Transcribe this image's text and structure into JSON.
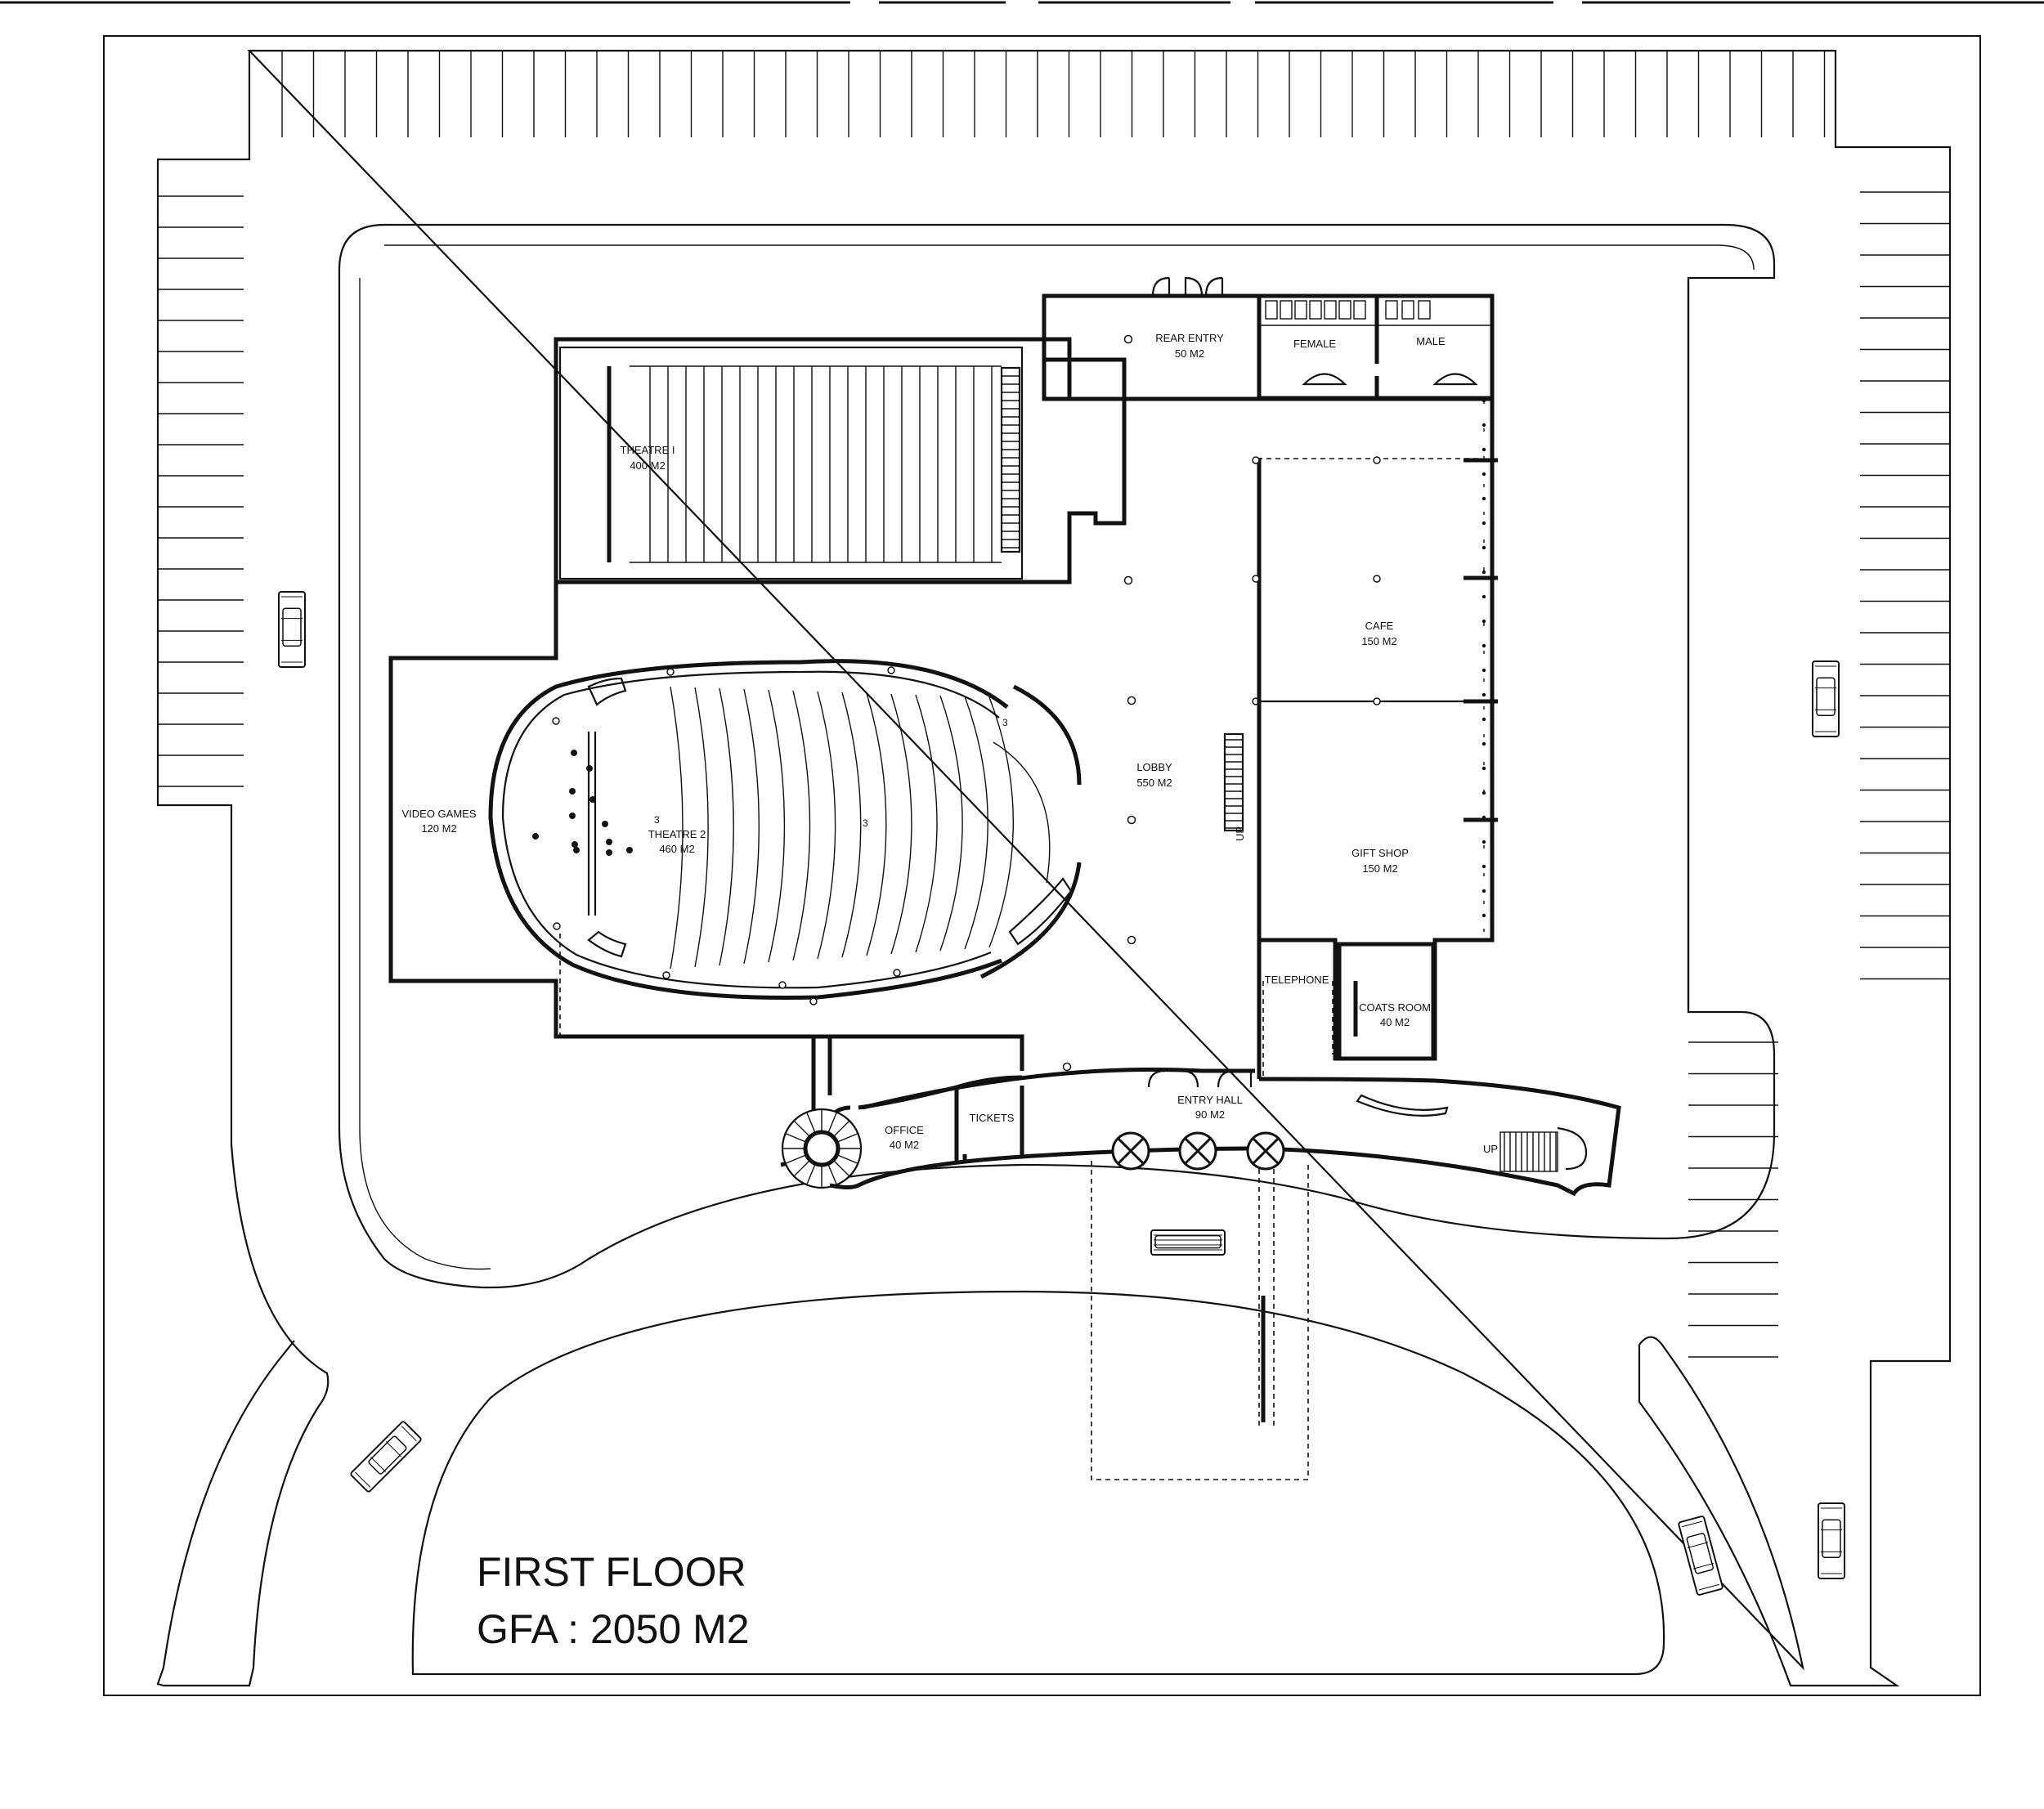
{
  "title": {
    "line1": "FIRST FLOOR",
    "line2": "GFA : 2050 M2"
  },
  "rooms": [
    {
      "key": "rear_entry",
      "name": "REAR ENTRY",
      "area": "50 M2"
    },
    {
      "key": "female",
      "name": "FEMALE",
      "area": ""
    },
    {
      "key": "male",
      "name": "MALE",
      "area": ""
    },
    {
      "key": "theatre1",
      "name": "THEATRE I",
      "area": "400 M2"
    },
    {
      "key": "cafe",
      "name": "CAFE",
      "area": "150 M2"
    },
    {
      "key": "lobby",
      "name": "LOBBY",
      "area": "550 M2"
    },
    {
      "key": "video_games",
      "name": "VIDEO GAMES",
      "area": "120 M2"
    },
    {
      "key": "theatre2",
      "name": "THEATRE 2",
      "area": "460 M2"
    },
    {
      "key": "gift_shop",
      "name": "GIFT SHOP",
      "area": "150 M2"
    },
    {
      "key": "telephone",
      "name": "TELEPHONE",
      "area": ""
    },
    {
      "key": "coats_room",
      "name": "COATS ROOM",
      "area": "40 M2"
    },
    {
      "key": "entry_hall",
      "name": "ENTRY HALL",
      "area": "90 M2"
    },
    {
      "key": "office",
      "name": "OFFICE",
      "area": "40 M2"
    },
    {
      "key": "tickets",
      "name": "TICKETS",
      "area": ""
    }
  ],
  "stair_labels": {
    "lobby_stair": "UP",
    "entry_stair": "UP"
  },
  "icons": [
    "car-icon",
    "revolving-door-icon",
    "spiral-stair-icon",
    "stair-icon",
    "column-icon"
  ]
}
